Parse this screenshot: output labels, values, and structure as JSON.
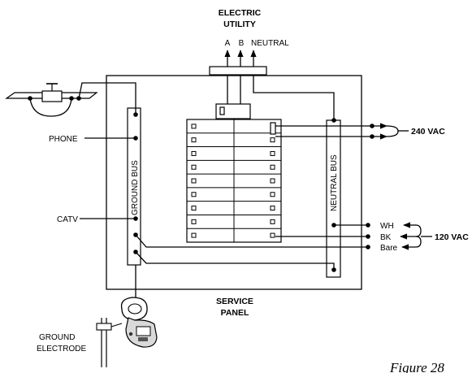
{
  "title_line1": "ELECTRIC",
  "title_line2": "UTILITY",
  "feed_a": "A",
  "feed_b": "B",
  "feed_neutral": "NEUTRAL",
  "phone": "PHONE",
  "catv": "CATV",
  "ground_bus": "GROUND BUS",
  "neutral_bus": "NEUTRAL BUS",
  "v240": "240 VAC",
  "v120": "120 VAC",
  "wh": "WH",
  "bk": "BK",
  "bare": "Bare",
  "service_panel_line1": "SERVICE",
  "service_panel_line2": "PANEL",
  "ground_electrode_line1": "GROUND",
  "ground_electrode_line2": "ELECTRODE",
  "figure": "Figure 28",
  "breaker_rows": 9
}
